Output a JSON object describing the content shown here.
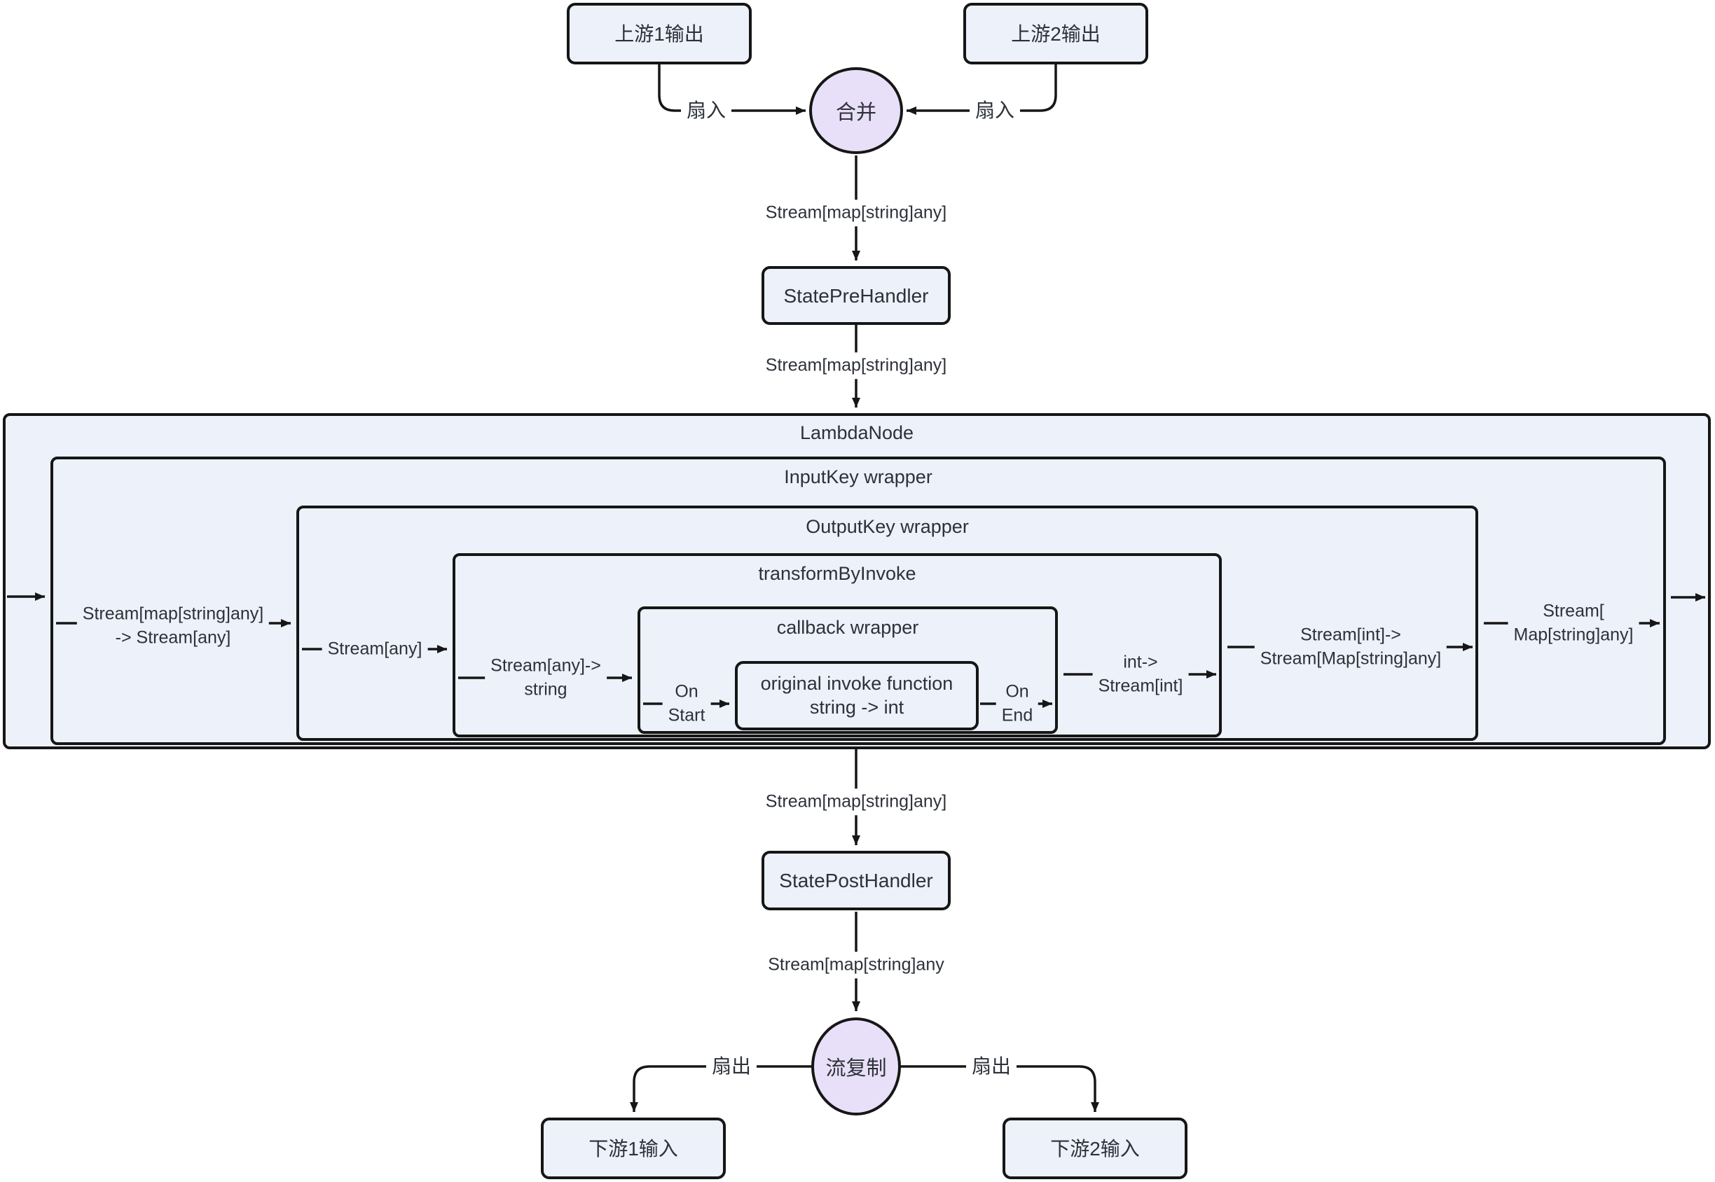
{
  "nodes": {
    "upstream1": "上游1输出",
    "upstream2": "上游2输出",
    "merge": "合并",
    "state_pre": "StatePreHandler",
    "lambda": "LambdaNode",
    "input_key": "InputKey wrapper",
    "output_key": "OutputKey wrapper",
    "transform": "transformByInvoke",
    "callback": "callback wrapper",
    "invoke_line1": "original invoke function",
    "invoke_line2": "string -> int",
    "state_post": "StatePostHandler",
    "stream_copy": "流复制",
    "downstream1": "下游1输入",
    "downstream2": "下游2输入"
  },
  "edge_labels": {
    "fan_in_left": "扇入",
    "fan_in_right": "扇入",
    "merge_to_pre": "Stream[map[string]any]",
    "pre_to_lambda": "Stream[map[string]any]",
    "into_outputkey_l1": "Stream[map[string]any]",
    "into_outputkey_l2": "-> Stream[any]",
    "into_transform": "Stream[any]",
    "into_callback_l1": "Stream[any]->",
    "into_callback_l2": "string",
    "on_start_l1": "On",
    "on_start_l2": "Start",
    "on_end_l1": "On",
    "on_end_l2": "End",
    "out_callback_l1": "int->",
    "out_callback_l2": "Stream[int]",
    "out_transform_l1": "Stream[int]->",
    "out_transform_l2": "Stream[Map[string]any]",
    "out_outputkey_l1": "Stream[",
    "out_outputkey_l2": "Map[string]any]",
    "lambda_to_post": "Stream[map[string]any]",
    "post_to_copy": "Stream[map[string]any",
    "fan_out_left": "扇出",
    "fan_out_right": "扇出"
  },
  "colors": {
    "node_fill": "#ECF1FA",
    "circle_fill": "#E8E0F8",
    "border": "#161616",
    "text": "#2D3139",
    "background": "#FFFFFF"
  }
}
